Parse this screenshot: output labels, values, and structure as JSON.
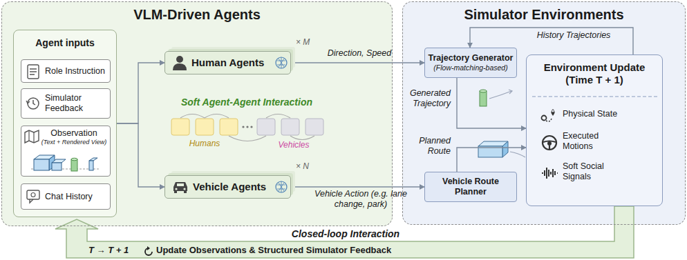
{
  "diagram": {
    "nodes": [
      {
        "text": [
          "VLM-Driven Agents"
        ]
      },
      {
        "text": [
          "Agent inputs"
        ],
        "in": 0
      },
      {
        "text": [
          "Role Instruction"
        ],
        "in": 1
      },
      {
        "text": [
          "Simulator Feedback"
        ],
        "in": 1
      },
      {
        "text": [
          "Observation",
          "(Text + Rendered View)"
        ],
        "in": 1
      },
      {
        "text": [
          "Chat History"
        ],
        "in": 1
      },
      {
        "text": [
          "Human Agents"
        ],
        "in": 0
      },
      {
        "text": [
          "Vehicle Agents"
        ],
        "in": 0
      },
      {
        "text": [
          "Simulator Environments"
        ]
      },
      {
        "text": [
          "Trajectory Generator",
          "(Flow-matching-based)"
        ],
        "in": 8
      },
      {
        "text": [
          "Vehicle Route Planner"
        ],
        "in": 8
      },
      {
        "text": [
          "Environment Update",
          "(Time T + 1)"
        ],
        "in": 8
      }
    ],
    "edges": [
      {
        "from": 1,
        "to": 6,
        "arrow": "to"
      },
      {
        "from": 1,
        "to": 7,
        "arrow": "to"
      },
      {
        "from": 6,
        "to": 9,
        "arrow": "to",
        "label": "Direction, Speed"
      },
      {
        "from": 7,
        "to": 10,
        "arrow": "to",
        "label": "Vehicle Action (e.g. lane change, park)"
      },
      {
        "from": 9,
        "to": 11,
        "arrow": "to",
        "label": "Generated Trajectory"
      },
      {
        "from": 10,
        "to": 11,
        "arrow": "to",
        "label": "Planned Route"
      },
      {
        "from": 11,
        "to": 9,
        "arrow": "to",
        "label": "History Trajectories"
      },
      {
        "from": 11,
        "to": 1,
        "arrow": "to",
        "label": "Closed-loop Interaction"
      }
    ],
    "labels": [
      "× M",
      "× N",
      "Soft Agent-Agent Interaction",
      "Humans",
      "Vehicles",
      "Physical State",
      "Executed Motions",
      "Soft Social Signals",
      "T → T + 1",
      "Update Observations & Structured Simulator Feedback"
    ]
  }
}
